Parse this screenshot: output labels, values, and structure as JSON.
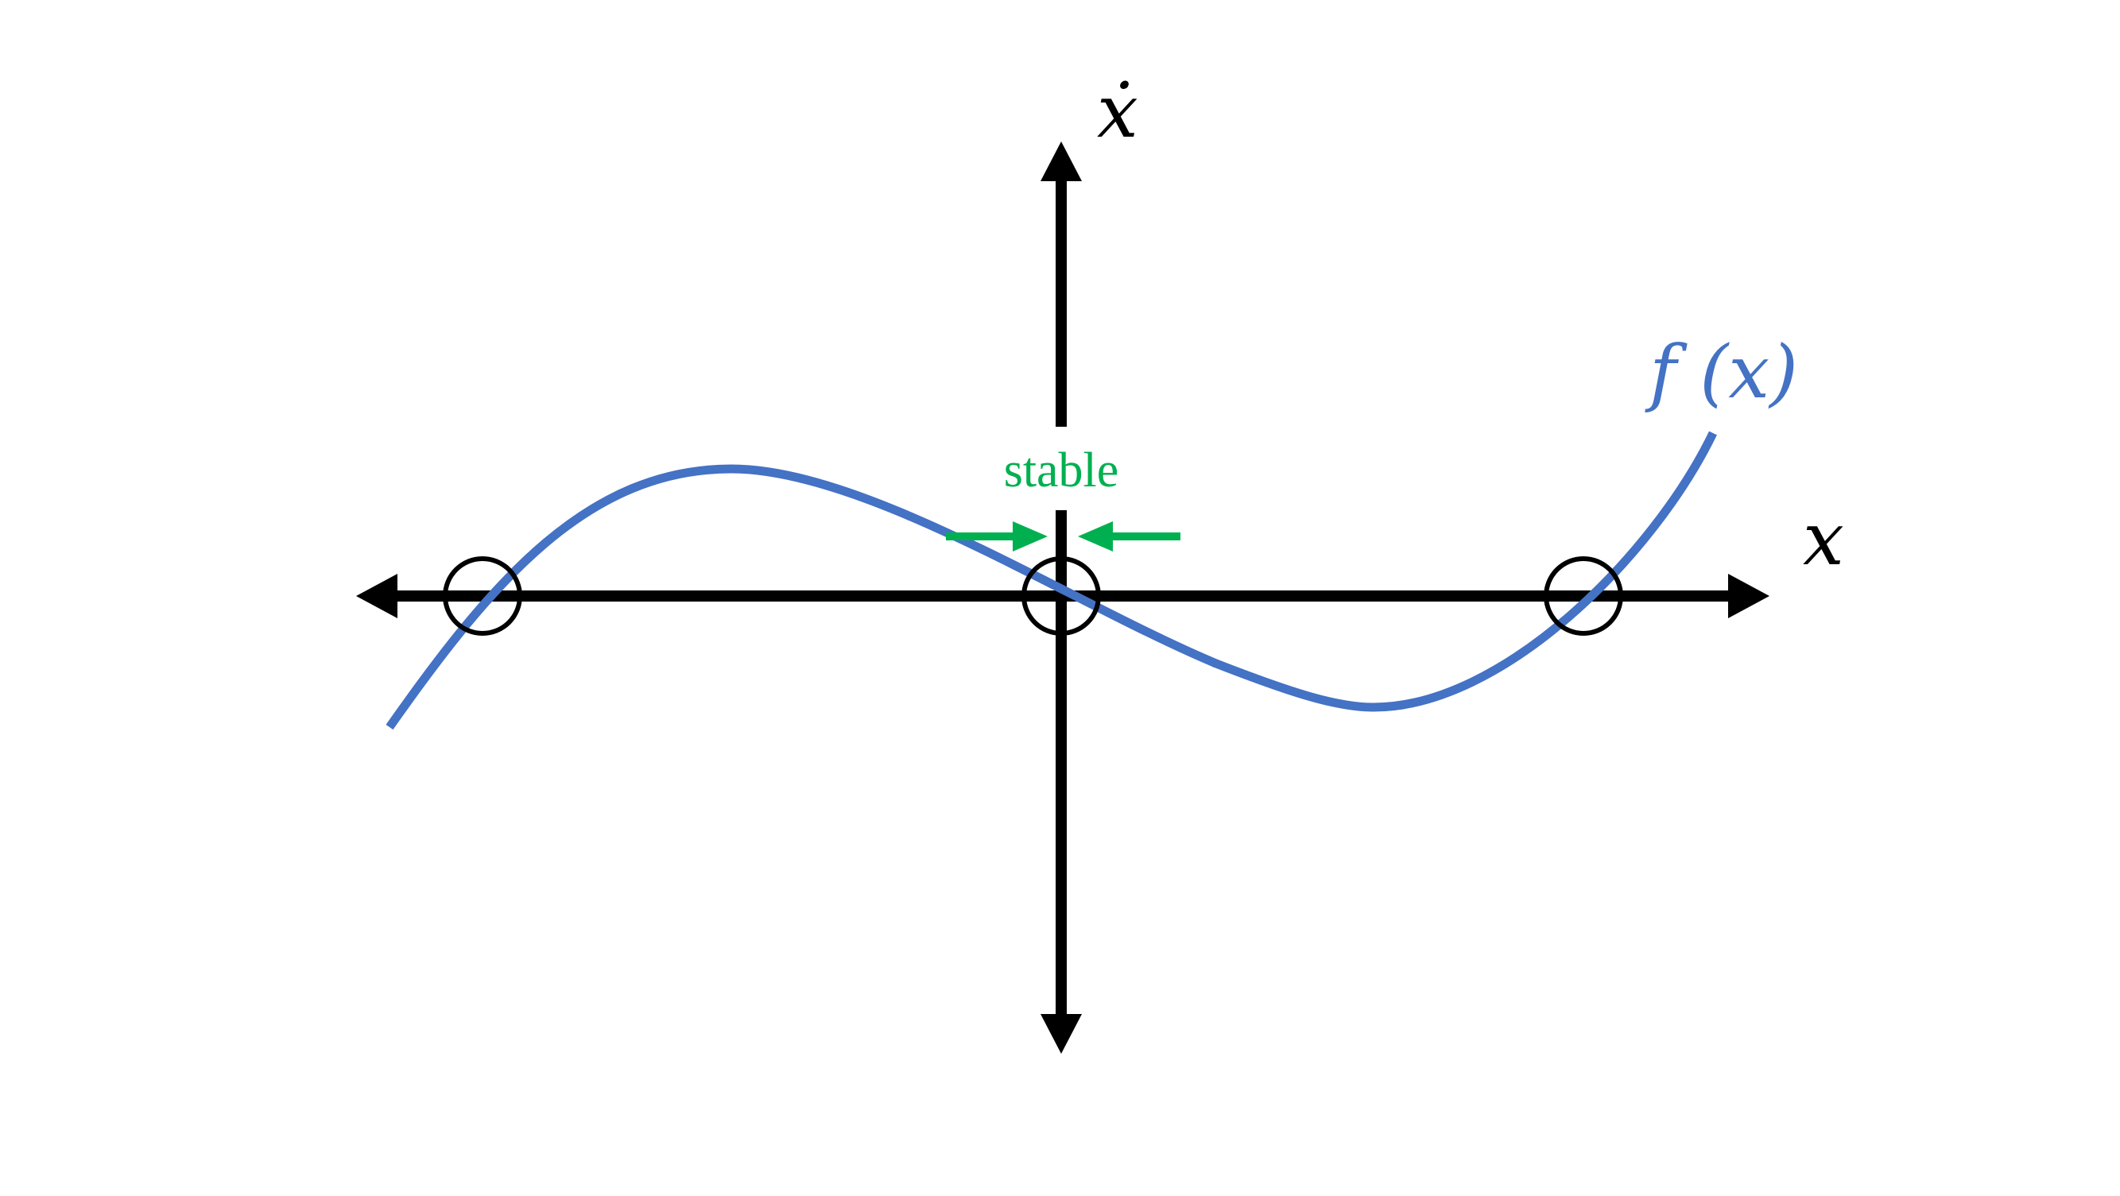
{
  "diagram": {
    "x_axis_label": "x",
    "y_axis_label": "ẋ",
    "curve_label": "f (x)",
    "annotation": "stable",
    "colors": {
      "axes": "#000000",
      "curve": "#4472C4",
      "stable": "#00B050",
      "fixed_point_ring": "#000000",
      "background": "#ffffff"
    },
    "fixed_points": [
      {
        "name": "left-fixed-point"
      },
      {
        "name": "origin-fixed-point",
        "stability": "stable"
      },
      {
        "name": "right-fixed-point"
      }
    ]
  }
}
